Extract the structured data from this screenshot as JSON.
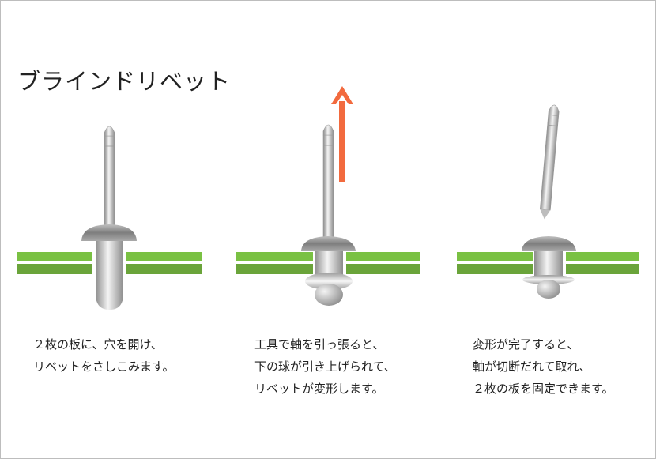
{
  "title": "ブラインドリベット",
  "steps": [
    {
      "lines": [
        "２枚の板に、穴を開け、",
        "リベットをさしこみます。"
      ]
    },
    {
      "lines": [
        "工具で軸を引っ張ると、",
        "下の球が引き上げられて、",
        "リベットが変形します。"
      ]
    },
    {
      "lines": [
        "変形が完了すると、",
        "軸が切断だれて取れ、",
        "２枚の板を固定できます。"
      ]
    }
  ],
  "colors": {
    "plate": "#7ac143",
    "plate_dark": "#6aa43a",
    "arrow": "#f26a3e",
    "metal_dark": "#8a8a8a",
    "metal_light": "#f2f2f2"
  }
}
